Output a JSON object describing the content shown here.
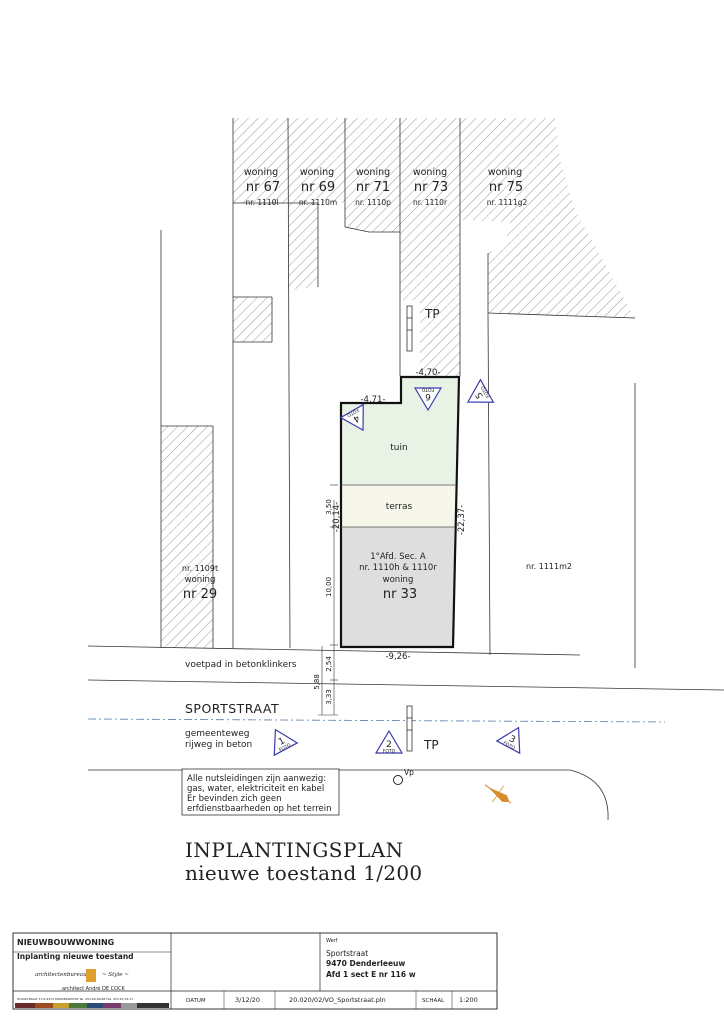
{
  "houses": [
    {
      "label": "woning",
      "number": "nr 67",
      "parcel": "nr. 1110l"
    },
    {
      "label": "woning",
      "number": "nr 69",
      "parcel": "nr. 1110m"
    },
    {
      "label": "woning",
      "number": "nr 71",
      "parcel": "nr. 1110p"
    },
    {
      "label": "woning",
      "number": "nr 73",
      "parcel": "nr. 1110r"
    },
    {
      "label": "woning",
      "number": "nr 75",
      "parcel": "nr. 1111g2"
    }
  ],
  "left_house": {
    "parcel": "nr. 1109t",
    "label": "woning",
    "number": "nr 29"
  },
  "right_parcel": "nr. 1111m2",
  "plot": {
    "garden": "tuin",
    "terrace": "terras",
    "house_line1": "1°Afd. Sec. A",
    "house_line2": "nr. 1110h & 1110r",
    "house_label": "woning",
    "house_number": "nr 33"
  },
  "dimensions": {
    "top_width": "-4,70-",
    "left_width": "-4,71-",
    "bottom_width": "-9,26-",
    "left_depth": "-20,14-",
    "right_depth": "-22,37-",
    "terrace_depth": "3,50",
    "house_depth": "10,00",
    "sidewalk_a": "2,54",
    "sidewalk_b": "5,88",
    "road_a": "3,33"
  },
  "tp_label": "TP",
  "photo_label": "FOTO",
  "photos": [
    "1",
    "2",
    "3",
    "4",
    "5",
    "6"
  ],
  "vp_label": "Vp",
  "sidewalk_text": "voetpad in betonklinkers",
  "street_name": "SPORTSTRAAT",
  "road_line1": "gemeenteweg",
  "road_line2": "rijweg in beton",
  "note": [
    "Alle nutsleidingen zijn aanwezig:",
    "gas, water, elektriciteit en kabel",
    "Er bevinden zich geen",
    "erfdienstbaarheden op het terrein"
  ],
  "title_line1": "INPLANTINGSPLAN",
  "title_line2": "nieuwe toestand 1/200",
  "block": {
    "project": "NIEUWBOUWWONING",
    "subtitle": "Inplanting nieuwe toestand",
    "office": "architectenbureau",
    "style": "~ Style ~",
    "architect": "architect André DE COCK",
    "address_small": "HOOGSTRAAT 17/4   9473 DENDERLEEUW   Tel. 053.66.08.68   Fax. 053.67.24.17",
    "werf_label": "Werf",
    "werf_line1": "Sportstraat",
    "werf_line2": "9470 Denderleeuw",
    "werf_line3": "Afd 1 sect E nr 116 w",
    "datum_label": "DATUM",
    "datum": "3/12/20",
    "file": "20.020/02/VO_Sportstraat.pln",
    "schaal_label": "SCHAAL",
    "schaal": "1:200"
  },
  "colors": {
    "garden": "#e8f3e6",
    "terrace": "#f7f6ea",
    "house": "#dedede",
    "photo_marker": "#3b3bb0",
    "compass": "#d98a2b",
    "axis": "#5a7fa8"
  }
}
